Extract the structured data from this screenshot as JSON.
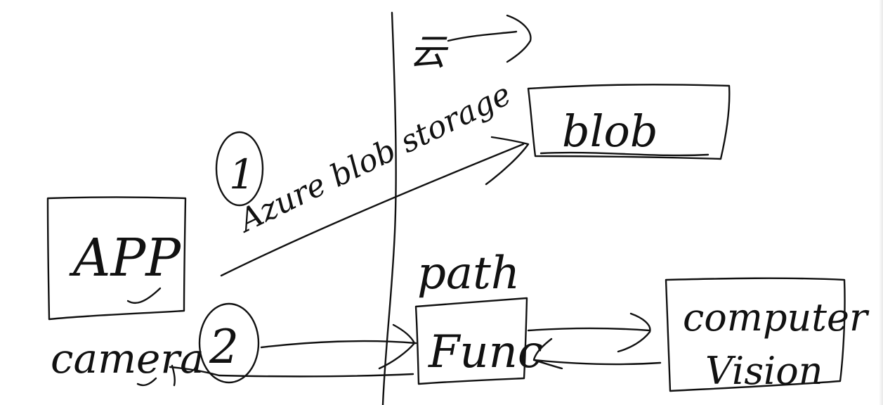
{
  "canvas": {
    "background": "#ffffff",
    "ink": "#111111"
  },
  "labels": {
    "top_char": "云",
    "app": "APP",
    "blob": "blob",
    "azure": "Azure blob storage",
    "step1": "1",
    "step2": "2",
    "camera": "camera",
    "path": "path",
    "func": "Func",
    "cv_line1": "computer",
    "cv_line2": "Vision"
  }
}
